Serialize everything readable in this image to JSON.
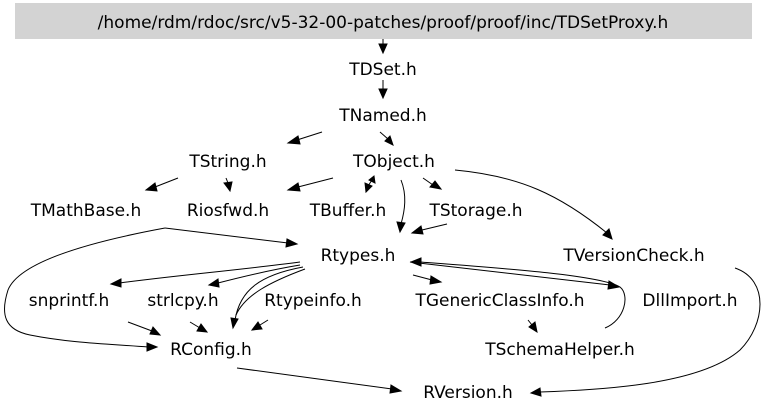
{
  "colors": {
    "root_fill": "#d3d3d3",
    "edge": "#000000",
    "text": "#000000"
  },
  "nodes": {
    "root": "/home/rdm/rdoc/src/v5-32-00-patches/proof/proof/inc/TDSetProxy.h",
    "tdset": "TDSet.h",
    "tnamed": "TNamed.h",
    "tstring": "TString.h",
    "tobject": "TObject.h",
    "tmathbase": "TMathBase.h",
    "riosfwd": "Riosfwd.h",
    "tbuffer": "TBuffer.h",
    "tstorage": "TStorage.h",
    "rtypes": "Rtypes.h",
    "tversioncheck": "TVersionCheck.h",
    "snprintf": "snprintf.h",
    "strlcpy": "strlcpy.h",
    "rtypeinfo": "Rtypeinfo.h",
    "tgenericclassinfo": "TGenericClassInfo.h",
    "dllimport": "DllImport.h",
    "rconfig": "RConfig.h",
    "tschemahelper": "TSchemaHelper.h",
    "rversion": "RVersion.h"
  }
}
